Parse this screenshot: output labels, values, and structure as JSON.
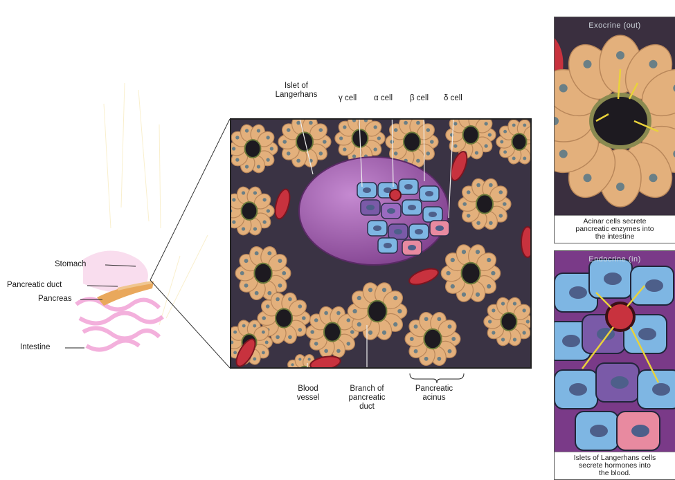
{
  "labels": {
    "islet": "Islet of\nLangerhans",
    "gamma": "γ cell",
    "alpha": "α cell",
    "beta": "β cell",
    "delta": "δ cell",
    "blood_vessel": "Blood\nvessel",
    "duct_branch": "Branch of\npancreatic\nduct",
    "acinus": "Pancreatic\nacinus",
    "stomach": "Stomach",
    "pancreatic_duct": "Pancreatic duct",
    "pancreas": "Pancreas",
    "intestine": "Intestine"
  },
  "panels": {
    "exocrine": {
      "title": "Exocrine (out)",
      "caption": "Acinar cells secrete\npancreatic enzymes into\nthe intestine"
    },
    "endocrine": {
      "title": "Endocrine (in)",
      "caption": "Islets of Langerhans cells\nsecrete hormones into\nthe blood."
    }
  },
  "colors": {
    "acinar": "#e3b07c",
    "acinar_dark": "#b9875a",
    "tissue_bg": "#3a3344",
    "blood_red": "#c8323e",
    "islet_purple": "#9a4fa6",
    "beta_blue": "#7eb6e3",
    "delta_pink": "#e88aa0",
    "pancreas_pink": "#f3a7d8",
    "arrow_yellow": "#e9d23a"
  }
}
